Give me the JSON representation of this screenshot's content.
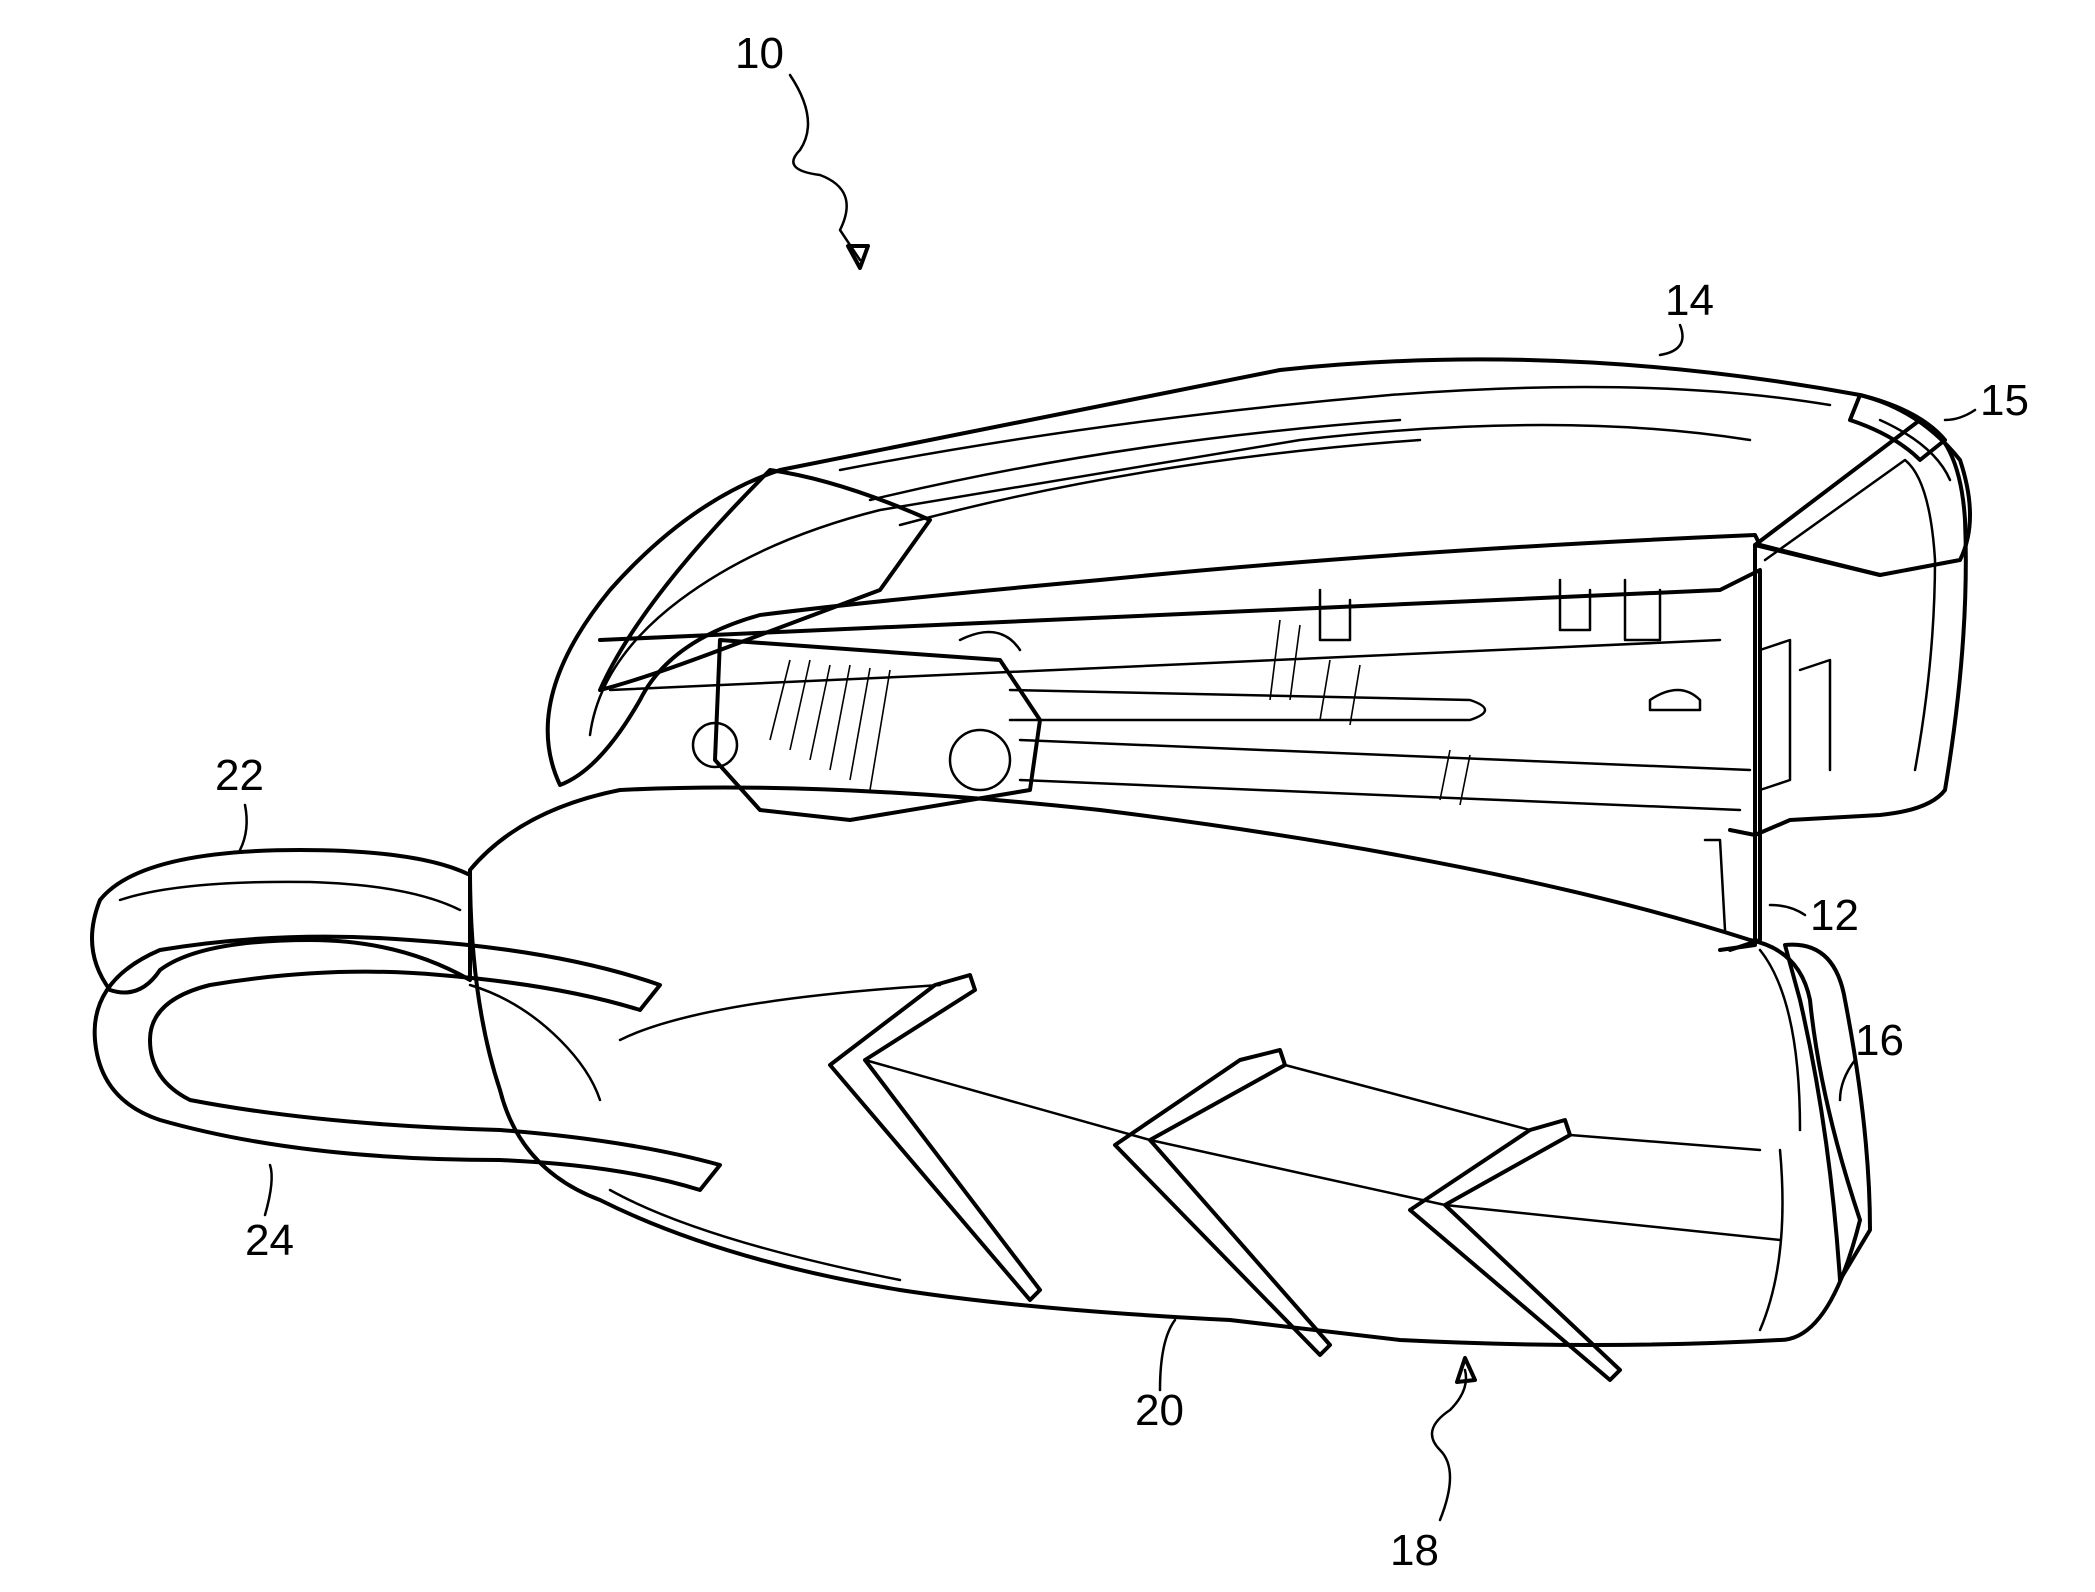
{
  "figure": {
    "labels": {
      "device": "10",
      "base": "12",
      "handle": "14",
      "handle_end": "15",
      "front_end": "16",
      "cover_assembly": "18",
      "cover": "20",
      "strap": "22",
      "loop": "24"
    },
    "colors": {
      "ink": "#000000",
      "background": "#ffffff",
      "stipple": "#000000"
    }
  }
}
